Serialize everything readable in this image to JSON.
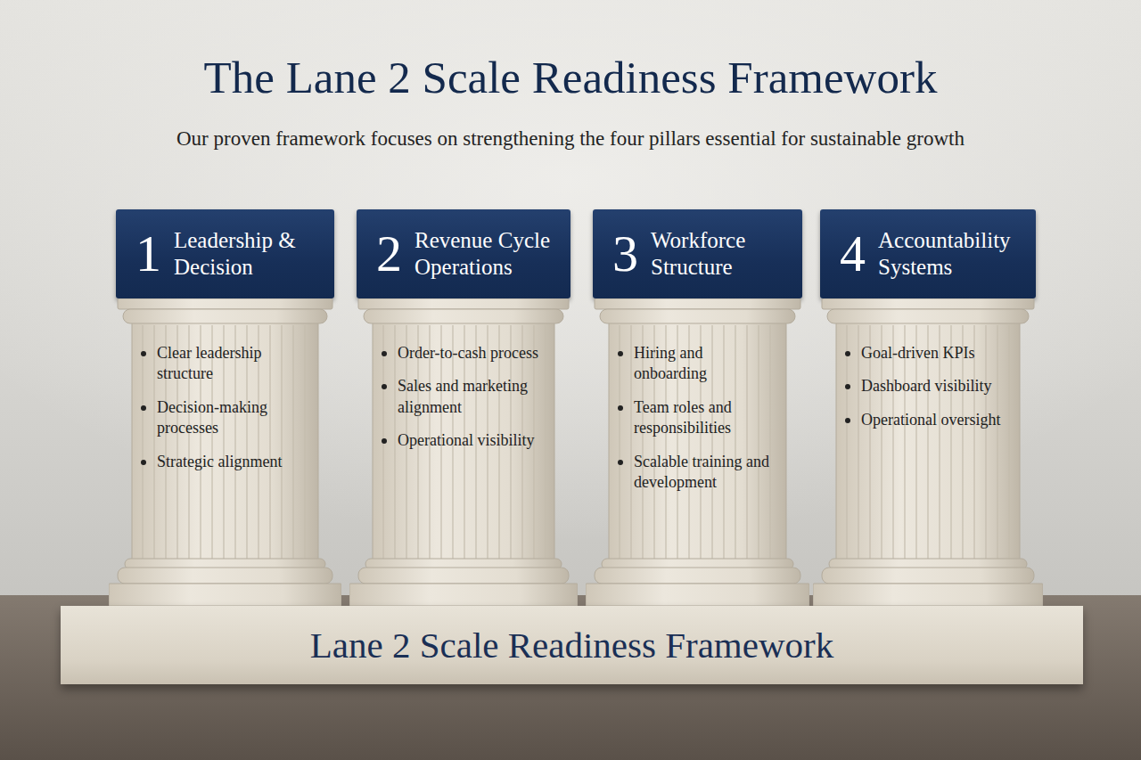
{
  "diagram": {
    "title": "The Lane 2 Scale Readiness Framework",
    "nodes": [
      {
        "text": [
          "1",
          "Leadership & Decision"
        ]
      },
      {
        "text": [
          "Clear leadership structure",
          "Decision-making processes",
          "Strategic alignment"
        ]
      },
      {
        "text": [
          "2",
          "Revenue Cycle Operations"
        ]
      },
      {
        "text": [
          "Order-to-cash process",
          "Sales and marketing alignment",
          "Operational visibility"
        ]
      },
      {
        "text": [
          "3",
          "Workforce Structure"
        ]
      },
      {
        "text": [
          "Hiring and onboarding",
          "Team roles and responsibilities",
          "Scalable training and development"
        ]
      },
      {
        "text": [
          "4",
          "Accountability Systems"
        ]
      },
      {
        "text": [
          "Goal-driven KPIs",
          "Dashboard visibility",
          "Operational oversight"
        ]
      },
      {
        "text": [
          "Lane 2 Scale Readiness Framework"
        ]
      }
    ],
    "labels": [
      "Our proven framework focuses on strengthening the four pillars essential for sustainable growth"
    ]
  }
}
